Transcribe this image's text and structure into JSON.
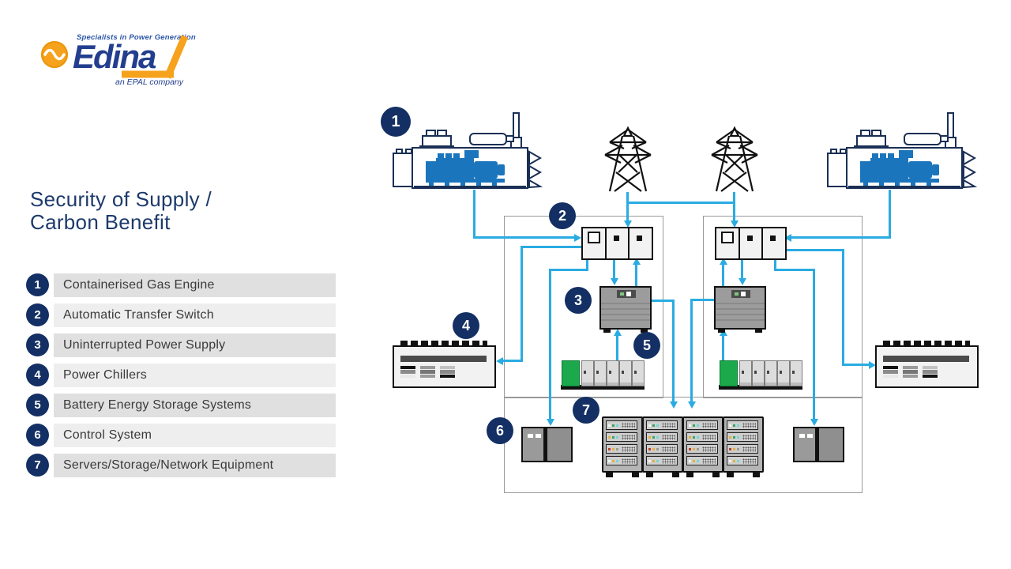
{
  "logo": {
    "tagline": "Specialists in Power Generation",
    "brand": "Edina",
    "company": "an EPAL company"
  },
  "title": {
    "line1": "Security of Supply /",
    "line2": "Carbon Benefit"
  },
  "legend": {
    "items": [
      {
        "num": "1",
        "label": "Containerised Gas Engine"
      },
      {
        "num": "2",
        "label": "Automatic Transfer Switch"
      },
      {
        "num": "3",
        "label": "Uninterrupted Power Supply"
      },
      {
        "num": "4",
        "label": "Power Chillers"
      },
      {
        "num": "5",
        "label": "Battery Energy Storage Systems"
      },
      {
        "num": "6",
        "label": "Control System"
      },
      {
        "num": "7",
        "label": "Servers/Storage/Network Equipment"
      }
    ]
  },
  "colors": {
    "accent_cyan": "#2aabe2",
    "badge_navy": "#132f63",
    "engine_blue": "#1b75bc",
    "logo_yellow": "#f6a21d",
    "battery_green": "#1ca94c"
  }
}
